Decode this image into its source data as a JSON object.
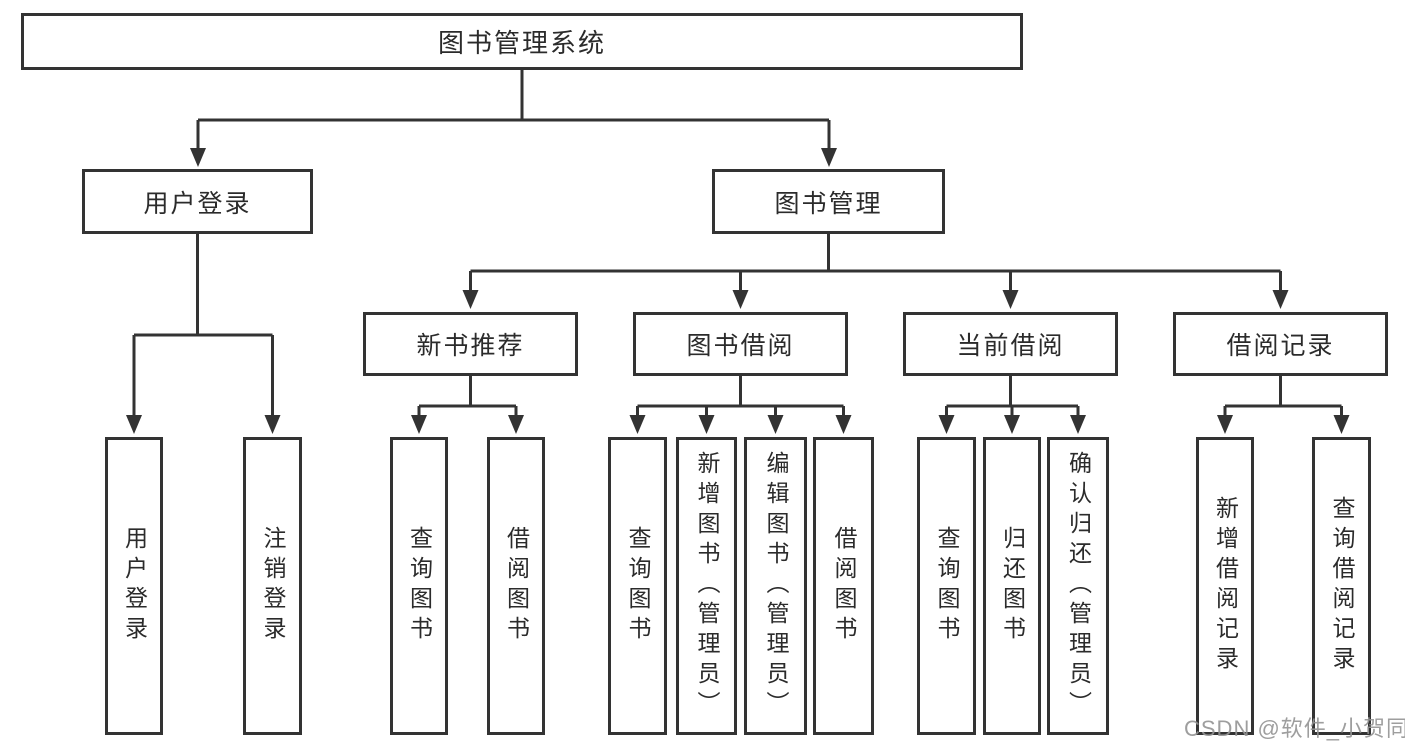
{
  "tree": {
    "root": {
      "label": "图书管理系统"
    },
    "branches": [
      {
        "label": "用户登录",
        "children": [
          {
            "label": "用户登录"
          },
          {
            "label": "注销登录"
          }
        ]
      },
      {
        "label": "图书管理",
        "children": [
          {
            "label": "新书推荐",
            "children": [
              {
                "label": "查询图书"
              },
              {
                "label": "借阅图书"
              }
            ]
          },
          {
            "label": "图书借阅",
            "children": [
              {
                "label": "查询图书"
              },
              {
                "label": "新增图书（管理员）"
              },
              {
                "label": "编辑图书（管理员）"
              },
              {
                "label": "借阅图书"
              }
            ]
          },
          {
            "label": "当前借阅",
            "children": [
              {
                "label": "查询图书"
              },
              {
                "label": "归还图书"
              },
              {
                "label": "确认归还（管理员）"
              }
            ]
          },
          {
            "label": "借阅记录",
            "children": [
              {
                "label": "新增借阅记录"
              },
              {
                "label": "查询借阅记录"
              }
            ]
          }
        ]
      }
    ]
  },
  "watermark": "CSDN @软件_小贺同学",
  "colors": {
    "line": "#333333",
    "box_border": "#333333",
    "box_bg": "#ffffff",
    "text": "#2b2b2b",
    "watermark": "#949494",
    "background": "#ffffff"
  }
}
